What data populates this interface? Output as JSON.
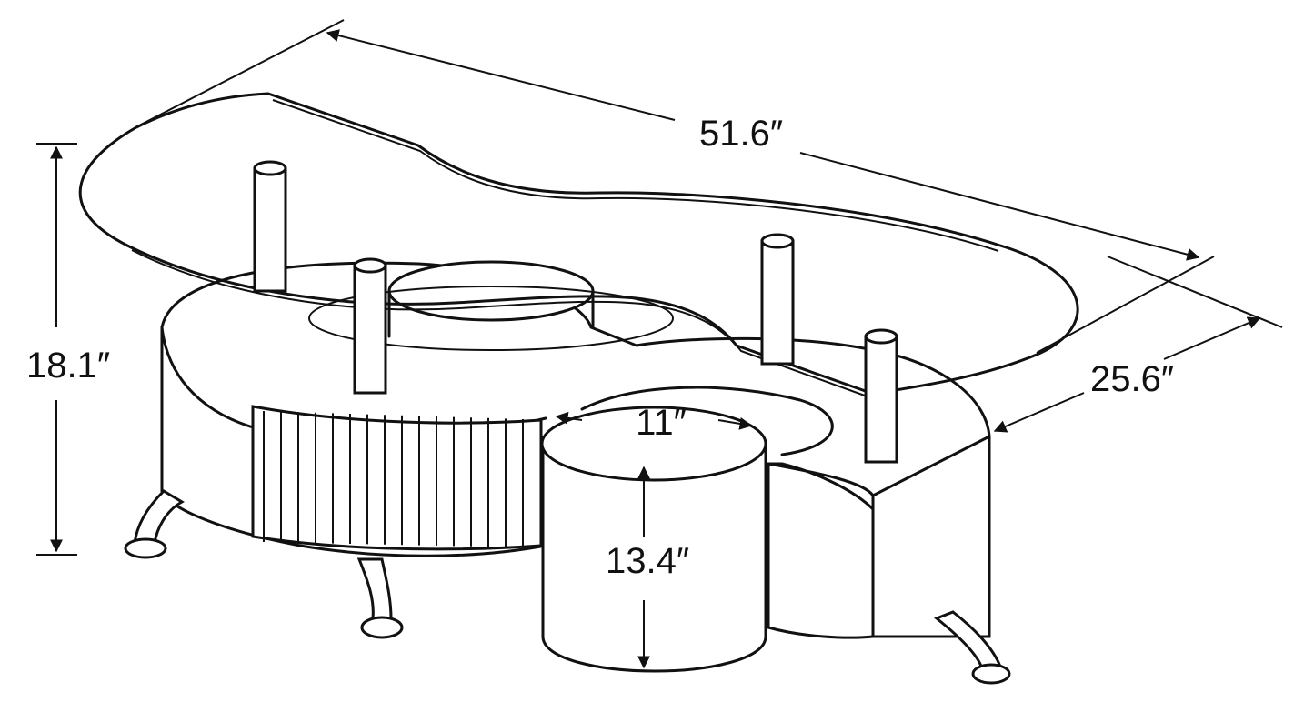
{
  "dimensions": {
    "length": "51.6″",
    "height": "18.1″",
    "depth": "25.6″",
    "ottoman_diameter": "11″",
    "ottoman_height": "13.4″"
  },
  "colors": {
    "line": "#111111",
    "background": "#ffffff"
  }
}
